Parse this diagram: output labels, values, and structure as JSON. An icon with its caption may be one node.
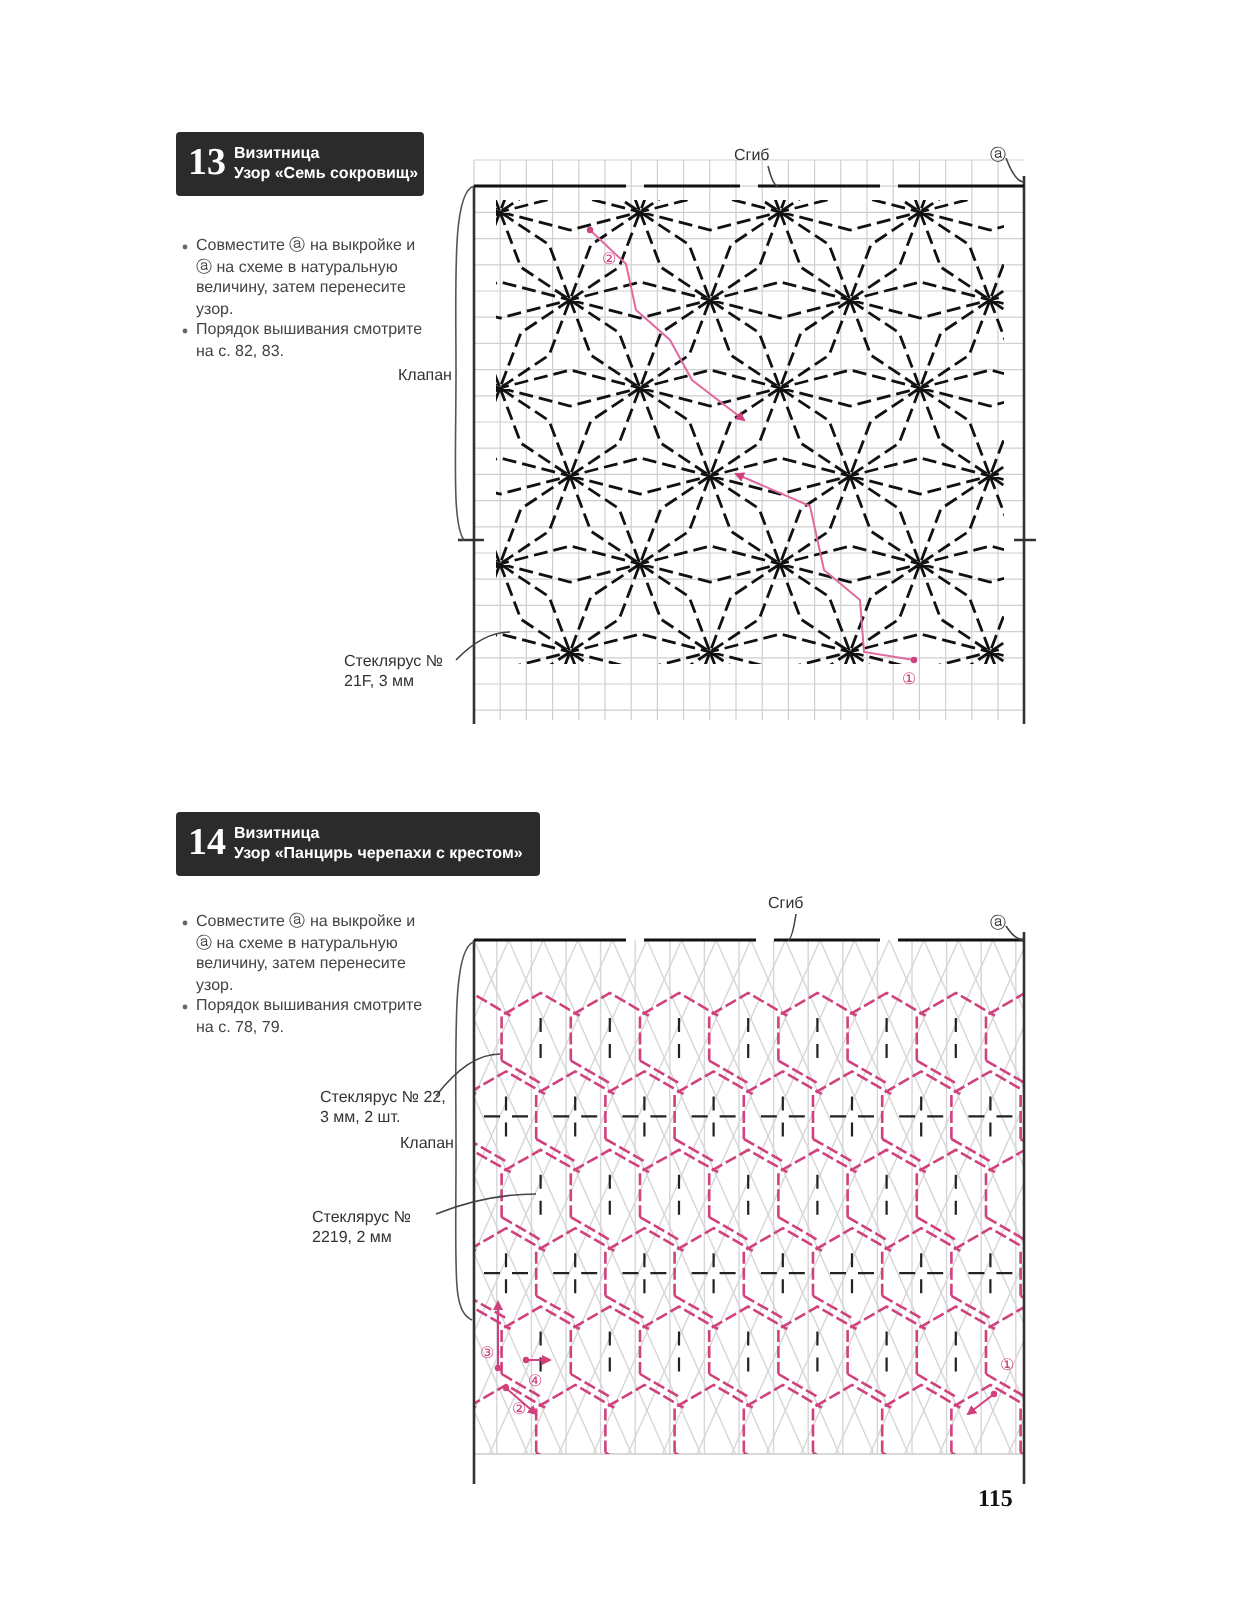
{
  "diagram": {
    "nodes": [
      {
        "text": [
          "13",
          "Визитница",
          "Узор «Семь сокровищ»"
        ]
      },
      {
        "text": [
          "Сгиб"
        ]
      },
      {
        "text": [
          "ⓐ"
        ]
      },
      {
        "text": [
          "Стеклярус № 21F, 3 мм"
        ]
      },
      {
        "text": [
          "14",
          "Визитница",
          "Узор «Панцирь черепахи с крестом»"
        ]
      },
      {
        "text": [
          "Сгиб"
        ]
      },
      {
        "text": [
          "ⓐ"
        ]
      },
      {
        "text": [
          "Стеклярус № 22, 3 мм, 2 шт."
        ]
      },
      {
        "text": [
          "Стеклярус № 2219, 2 мм"
        ]
      }
    ],
    "edges": [
      {
        "from": 1,
        "to": null,
        "arrow": "none"
      },
      {
        "from": 2,
        "to": null,
        "arrow": "none"
      },
      {
        "from": 3,
        "to": null,
        "arrow": "none"
      },
      {
        "from": 5,
        "to": null,
        "arrow": "none"
      },
      {
        "from": 6,
        "to": null,
        "arrow": "none"
      },
      {
        "from": 7,
        "to": null,
        "arrow": "none"
      },
      {
        "from": 8,
        "to": null,
        "arrow": "none"
      }
    ],
    "labels": [
      "Совместите ⓐ на выкройке и ⓐ на схеме в натуральную величину, затем перенесите узор.",
      "Порядок вышивания смотрите на с. 82, 83.",
      "Клапан",
      "②",
      "①",
      "Совместите ⓐ на выкройке и ⓐ на схеме в натуральную величину, затем перенесите узор.",
      "Порядок вышивания смотрите на с. 78, 79.",
      "Клапан",
      "③",
      "④",
      "②",
      "①",
      "115"
    ]
  }
}
